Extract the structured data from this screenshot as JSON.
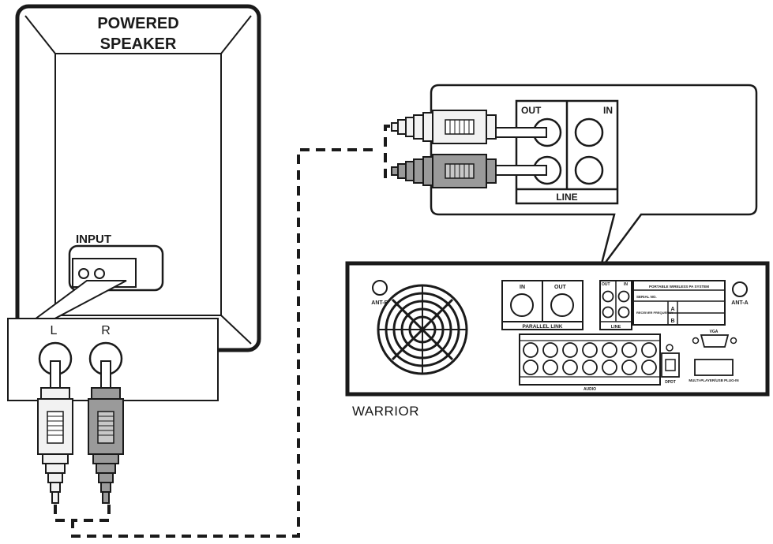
{
  "speaker": {
    "title_line1": "POWERED",
    "title_line2": "SPEAKER",
    "input_label": "INPUT",
    "left_label": "L",
    "right_label": "R"
  },
  "callout": {
    "out_label": "OUT",
    "in_label": "IN",
    "line_label": "LINE"
  },
  "mixer": {
    "name": "WARRIOR",
    "ant_b": "ANT-B",
    "ant_a": "ANT-A",
    "parallel_in": "IN",
    "parallel_out": "OUT",
    "parallel_link": "PARALLEL LINK",
    "line_out": "OUT",
    "line_in": "IN",
    "line_label": "LINE",
    "system_title": "PORTABLE WIRELESS PA SYSTEM",
    "serial_no": "SERIAL NO.",
    "receiver_freq": "RECEIVER FREQUENCY",
    "freq_a": "A",
    "freq_b": "B",
    "vga": "VGA",
    "multiplug": "MULTI-PLAYER/USB PLUG-IN",
    "dpdt": "DPDT",
    "audio": "AUDIO"
  },
  "colors": {
    "stroke": "#1a1a1a",
    "white_plug": "#f2f2f2",
    "gray_plug": "#9a9a9a"
  }
}
